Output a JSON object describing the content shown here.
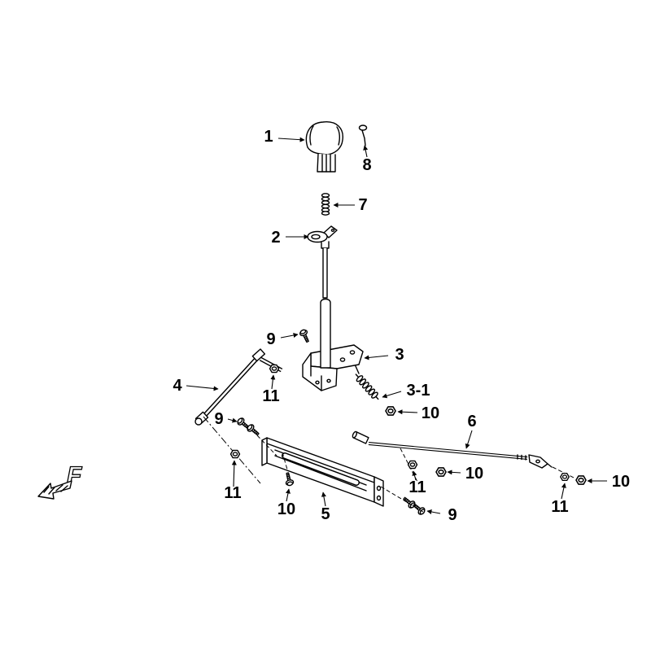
{
  "diagram": {
    "background_color": "#ffffff",
    "line_color": "#000000",
    "direction_marker": "F",
    "callouts": [
      {
        "text": "1"
      },
      {
        "text": "8"
      },
      {
        "text": "7"
      },
      {
        "text": "2"
      },
      {
        "text": "9"
      },
      {
        "text": "3"
      },
      {
        "text": "4"
      },
      {
        "text": "3-1"
      },
      {
        "text": "11"
      },
      {
        "text": "10"
      },
      {
        "text": "9"
      },
      {
        "text": "6"
      },
      {
        "text": "10"
      },
      {
        "text": "11"
      },
      {
        "text": "10"
      },
      {
        "text": "11"
      },
      {
        "text": "11"
      },
      {
        "text": "10"
      },
      {
        "text": "5"
      },
      {
        "text": "9"
      }
    ]
  }
}
